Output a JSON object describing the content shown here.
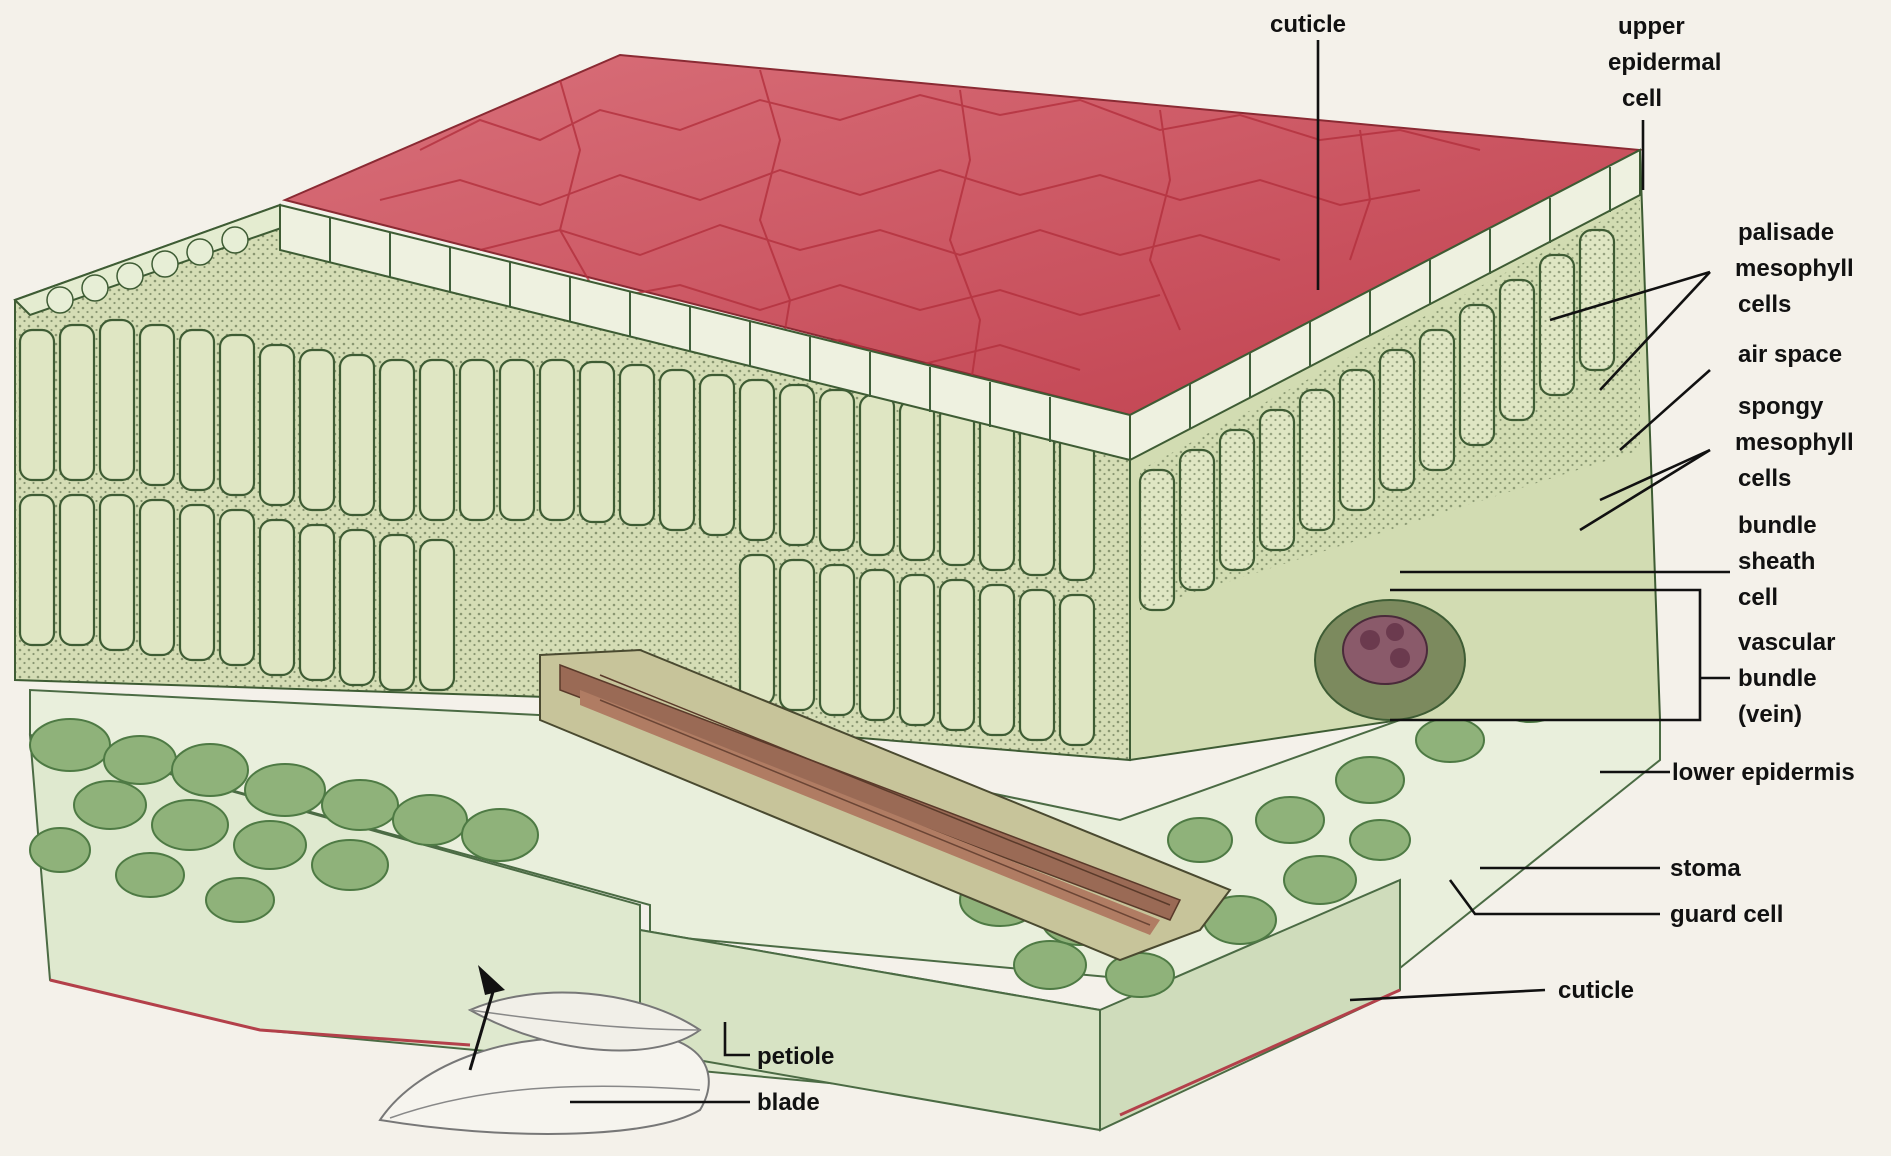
{
  "labels": {
    "cuticle_top": "cuticle",
    "upper_epidermal_1": "upper",
    "upper_epidermal_2": "epidermal",
    "upper_epidermal_3": "cell",
    "palisade_1": "palisade",
    "palisade_2": "mesophyll",
    "palisade_3": "cells",
    "air_space": "air space",
    "spongy_1": "spongy",
    "spongy_2": "mesophyll",
    "spongy_3": "cells",
    "bundle_sheath_1": "bundle",
    "bundle_sheath_2": "sheath",
    "bundle_sheath_3": "cell",
    "vascular_1": "vascular",
    "vascular_2": "bundle",
    "vascular_3": "(vein)",
    "lower_epidermis": "lower epidermis",
    "stoma": "stoma",
    "guard_cell": "guard cell",
    "cuticle_bottom": "cuticle",
    "petiole": "petiole",
    "blade": "blade"
  },
  "colors": {
    "cuticle_surface": "#c8505a",
    "palisade": "#dfe6c3",
    "spongy": "#8fb27a",
    "epidermis": "#e9efdc",
    "vein": "#8a5a48"
  }
}
